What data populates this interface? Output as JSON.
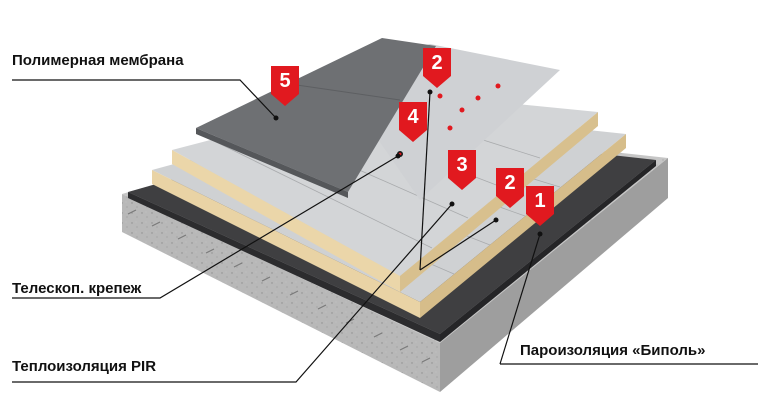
{
  "labels": {
    "membrane": "Полимерная мембрана",
    "fastener": "Телескоп. крепеж",
    "insulation": "Теплоизоляция PIR",
    "vapor_barrier": "Пароизоляция «Биполь»"
  },
  "markers": [
    {
      "id": "marker-1",
      "number": "1"
    },
    {
      "id": "marker-2-right",
      "number": "2"
    },
    {
      "id": "marker-3",
      "number": "3"
    },
    {
      "id": "marker-2-top",
      "number": "2"
    },
    {
      "id": "marker-4",
      "number": "4"
    },
    {
      "id": "marker-5",
      "number": "5"
    }
  ],
  "colors": {
    "marker": "#e1191f",
    "membrane": "#707275",
    "insulation_foil": "#c9cbcd",
    "insulation_core": "#e8d2a4",
    "vapor_barrier": "#3c3c3e",
    "concrete": "#b9b9b9",
    "line": "#111111"
  }
}
